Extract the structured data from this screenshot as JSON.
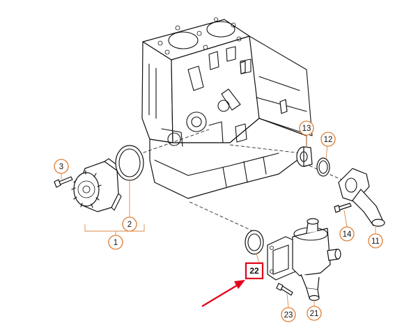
{
  "diagram": {
    "callouts": [
      {
        "id": "1",
        "label": "1"
      },
      {
        "id": "2",
        "label": "2"
      },
      {
        "id": "3",
        "label": "3"
      },
      {
        "id": "11",
        "label": "11"
      },
      {
        "id": "12",
        "label": "12"
      },
      {
        "id": "13",
        "label": "13"
      },
      {
        "id": "14",
        "label": "14"
      },
      {
        "id": "21",
        "label": "21"
      },
      {
        "id": "22",
        "label": "22"
      },
      {
        "id": "23",
        "label": "23"
      }
    ],
    "highlight": {
      "label": "22",
      "box_color": "#e3001b",
      "arrow_color": "#e3001b"
    },
    "colors": {
      "callout_ring": "#e07a2e",
      "line": "#111111"
    }
  }
}
